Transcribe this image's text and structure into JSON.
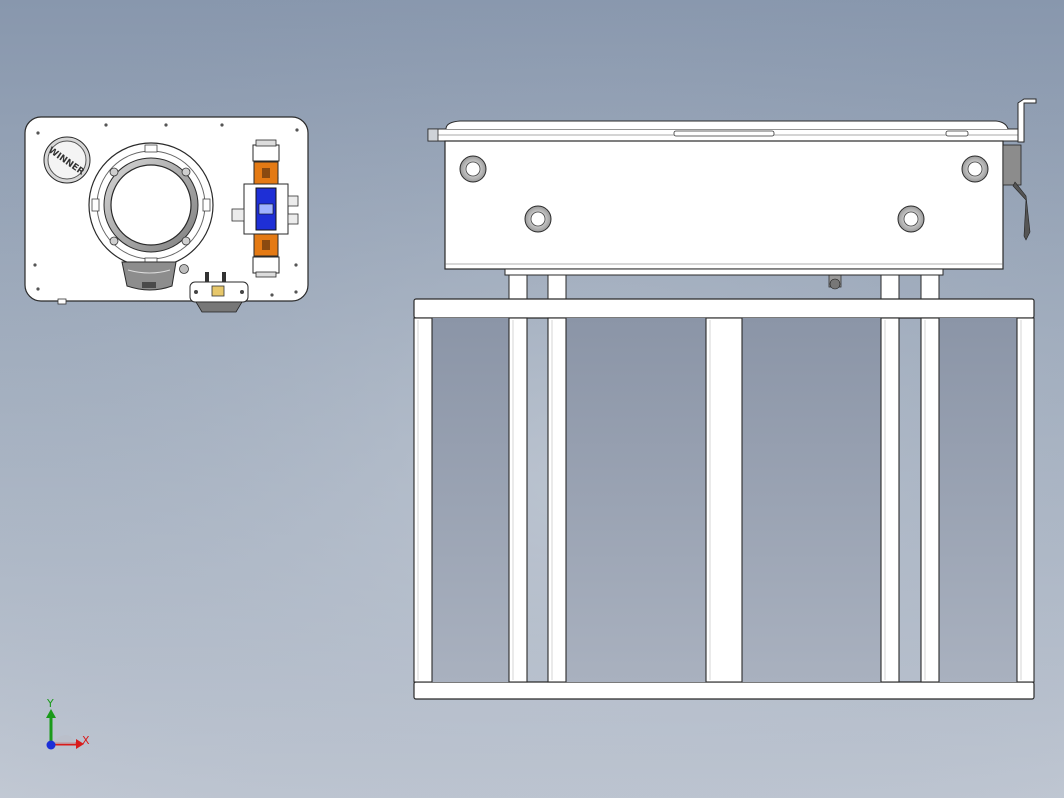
{
  "viewport": {
    "background_top": "#8897ad",
    "background_bottom": "#c2c9d4"
  },
  "colors": {
    "part_fill": "#ffffff",
    "edge": "#2a2a2a",
    "frame_shade": "#f2f2f2",
    "valve_orange": "#e47a14",
    "valve_blue": "#1e2fd6",
    "housing_grey": "#9a9a9a"
  },
  "left_view": {
    "badge_text": "WINNER"
  },
  "triad": {
    "x_label": "X",
    "y_label": "Y",
    "x_color": "#d81b1b",
    "y_color": "#1a9a1a",
    "z_color": "#1b2fd8"
  }
}
